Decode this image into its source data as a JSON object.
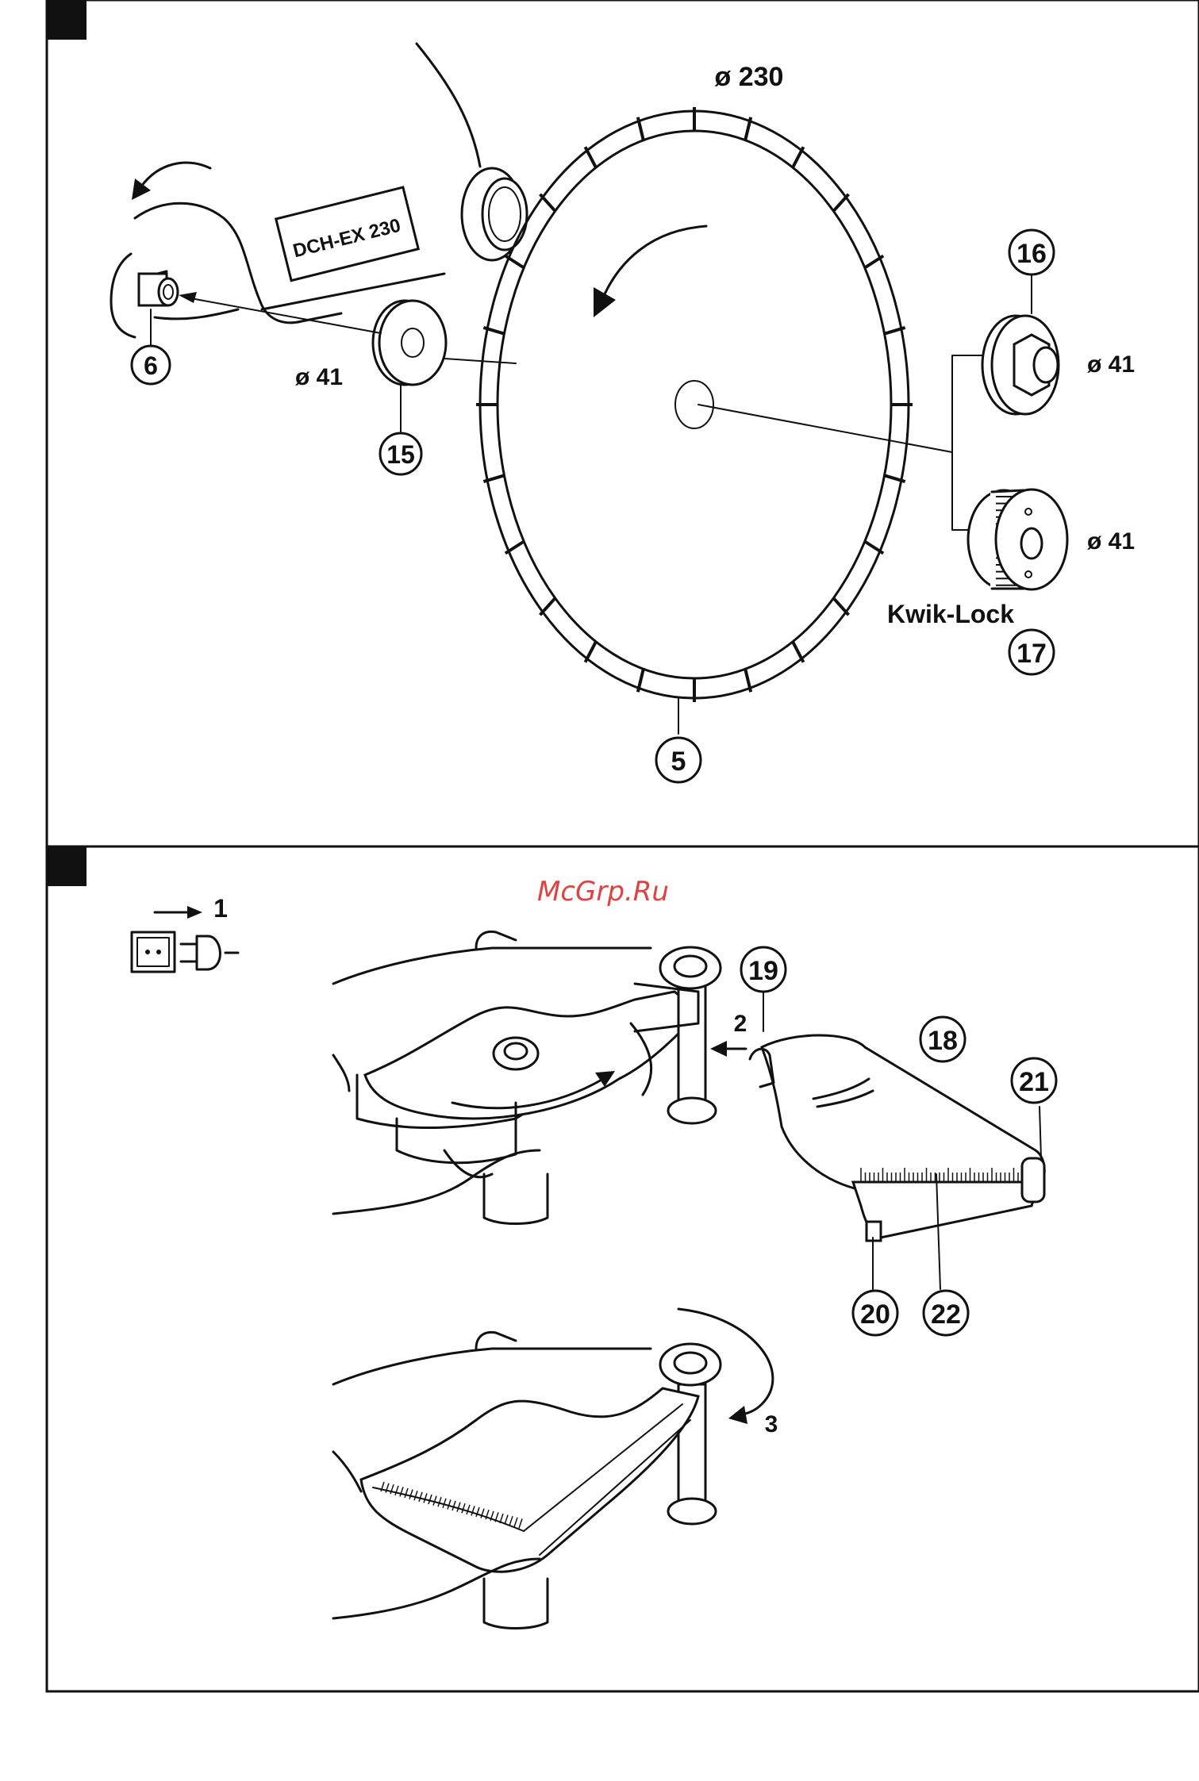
{
  "watermark": "McGrp.Ru",
  "top_panel": {
    "diameter_label": "ø 230",
    "model_label": "DCH-EX 230",
    "flange_diameter": "ø 41",
    "nut_diameter": "ø 41",
    "kwik_diameter": "ø 41",
    "kwik_label": "Kwik-Lock",
    "callouts": {
      "c6": "6",
      "c15": "15",
      "c16": "16",
      "c17": "17",
      "c5": "5"
    }
  },
  "bottom_panel": {
    "step1": "1",
    "step2": "2",
    "step3": "3",
    "callouts": {
      "c19": "19",
      "c18": "18",
      "c21": "21",
      "c20": "20",
      "c22": "22"
    }
  },
  "colors": {
    "ink": "#111111",
    "watermark": "#e04242",
    "panel_bg": "#ffffff"
  }
}
